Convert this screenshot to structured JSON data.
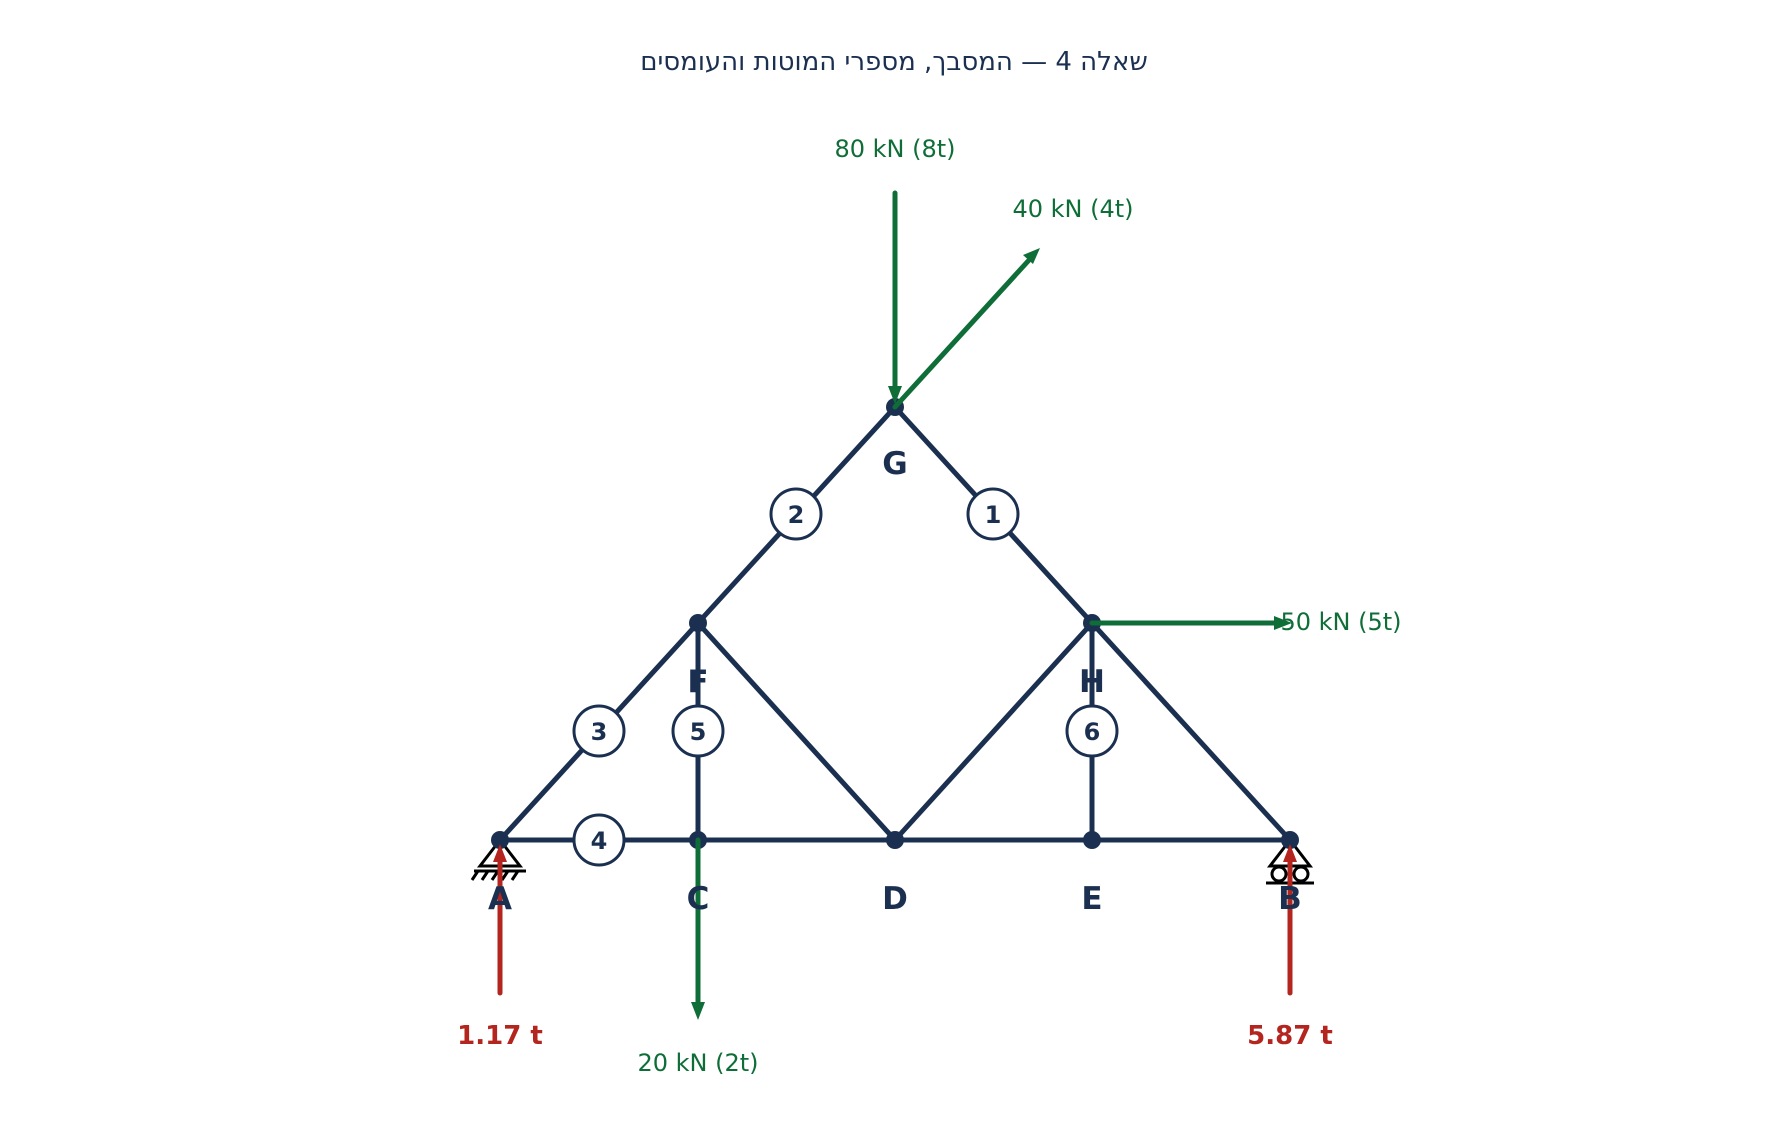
{
  "title": "שאלה 4 — המסבך, מספרי המוטות והעומסים",
  "nodes": {
    "A": "A",
    "C": "C",
    "D": "D",
    "E": "E",
    "B": "B",
    "F": "F",
    "H": "H",
    "G": "G"
  },
  "members": [
    {
      "tag": "1",
      "from": "G",
      "to": "H"
    },
    {
      "tag": "2",
      "from": "F",
      "to": "G"
    },
    {
      "tag": "3",
      "from": "A",
      "to": "F"
    },
    {
      "tag": "4",
      "from": "A",
      "to": "C"
    },
    {
      "tag": "5",
      "from": "C",
      "to": "F"
    },
    {
      "tag": "6",
      "from": "E",
      "to": "H"
    },
    {
      "tag": "",
      "from": "C",
      "to": "D"
    },
    {
      "tag": "",
      "from": "D",
      "to": "E"
    },
    {
      "tag": "",
      "from": "E",
      "to": "B"
    },
    {
      "tag": "",
      "from": "F",
      "to": "D"
    },
    {
      "tag": "",
      "from": "D",
      "to": "H"
    },
    {
      "tag": "",
      "from": "H",
      "to": "B"
    }
  ],
  "loads": {
    "G_vertical": "80 kN (8t)",
    "G_inclined": "40 kN (4t)",
    "H_horizontal": "50 kN (5t)",
    "C_vertical": "20 kN (2t)"
  },
  "reactions": {
    "A": "1.17 t",
    "B": "5.87 t"
  },
  "supports": {
    "A": "pin-support-icon",
    "B": "roller-support-icon"
  },
  "colors": {
    "structure": "#1b3050",
    "load": "#0f6e38",
    "reaction": "#b3251e"
  }
}
